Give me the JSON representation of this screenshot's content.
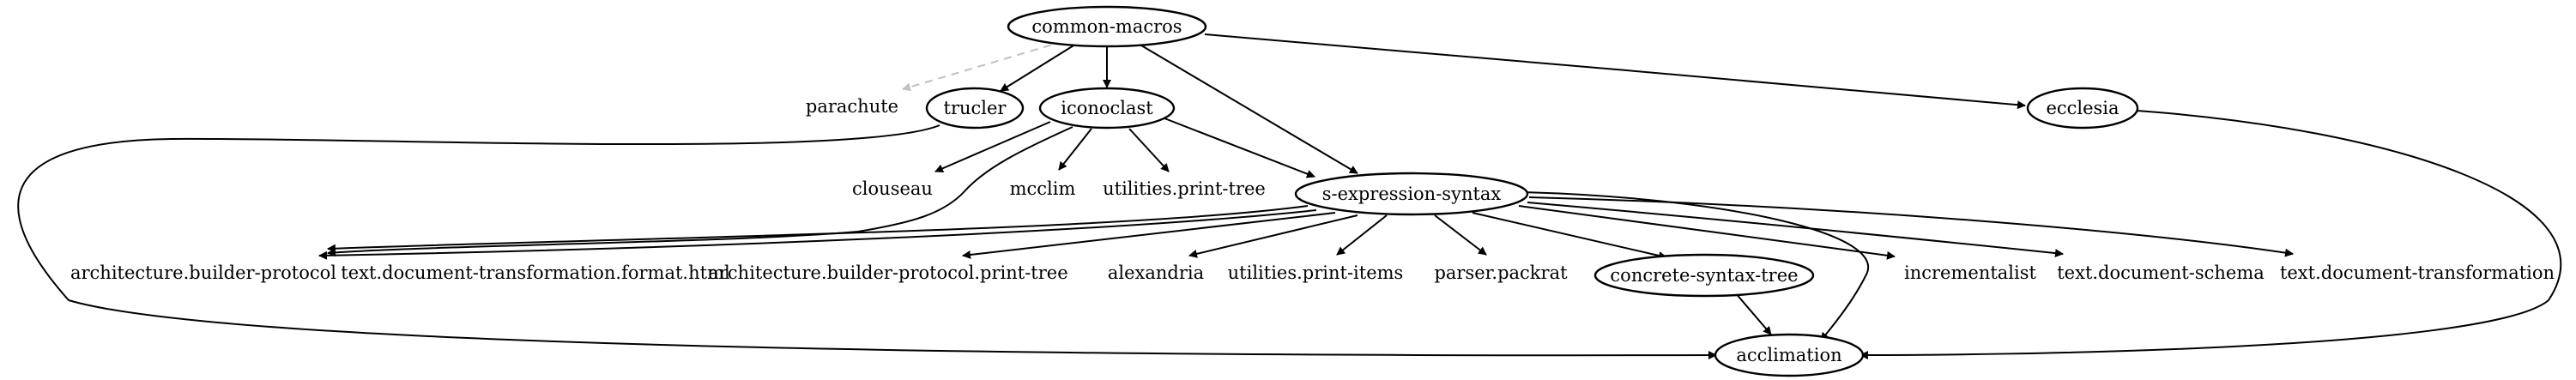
{
  "graph": {
    "nodes": {
      "common_macros": "common-macros",
      "parachute": "parachute",
      "trucler": "trucler",
      "iconoclast": "iconoclast",
      "ecclesia": "ecclesia",
      "clouseau": "clouseau",
      "mcclim": "mcclim",
      "utilities_print_tree": "utilities.print-tree",
      "s_expression_syntax": "s-expression-syntax",
      "architecture_builder_protocol": "architecture.builder-protocol",
      "text_document_transformation_format_html": "text.document-transformation.format.html",
      "architecture_builder_protocol_print_tree": "architecture.builder-protocol.print-tree",
      "alexandria": "alexandria",
      "utilities_print_items": "utilities.print-items",
      "parser_packrat": "parser.packrat",
      "concrete_syntax_tree": "concrete-syntax-tree",
      "incrementalist": "incrementalist",
      "text_document_schema": "text.document-schema",
      "text_document_transformation": "text.document-transformation",
      "acclimation": "acclimation"
    },
    "colors": {
      "stroke": "#000000",
      "dashed_edge": "#c0c0c0",
      "background": "#ffffff"
    }
  }
}
